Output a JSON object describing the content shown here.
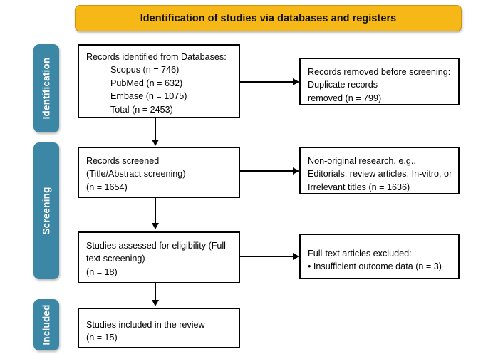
{
  "header": {
    "title": "Identification of studies via databases and registers",
    "color": "#F5B816"
  },
  "stages": {
    "color": "#3D87A6",
    "identification": "Identification",
    "screening": "Screening",
    "included": "Included"
  },
  "boxes": {
    "identified": {
      "line1": "Records identified from Databases:",
      "line2": "Scopus (n = 746)",
      "line3": "PubMed (n = 632)",
      "line4": "Embase (n = 1075)",
      "line5": "Total (n = 2453)"
    },
    "removed": {
      "line1": "Records removed before screening:",
      "line2": "Duplicate records",
      "line3": "removed (n = 799)"
    },
    "screened": {
      "line1": "Records screened",
      "line2": "(Title/Abstract screening)",
      "line3": "(n = 1654)"
    },
    "nonoriginal": {
      "line1": "Non-original research, e.g.,",
      "line2": "Editorials, review articles, In-vitro, or",
      "line3": "Irrelevant titles (n = 1636)"
    },
    "eligibility": {
      "line1": "Studies assessed for eligibility (Full",
      "line2": "text screening)",
      "line3": "(n = 18)"
    },
    "excluded": {
      "line1": "Full-text articles excluded:",
      "line2": "• Insufficient outcome data (n = 3)"
    },
    "included": {
      "line1": "Studies included in the review",
      "line2": "(n = 15)"
    }
  }
}
